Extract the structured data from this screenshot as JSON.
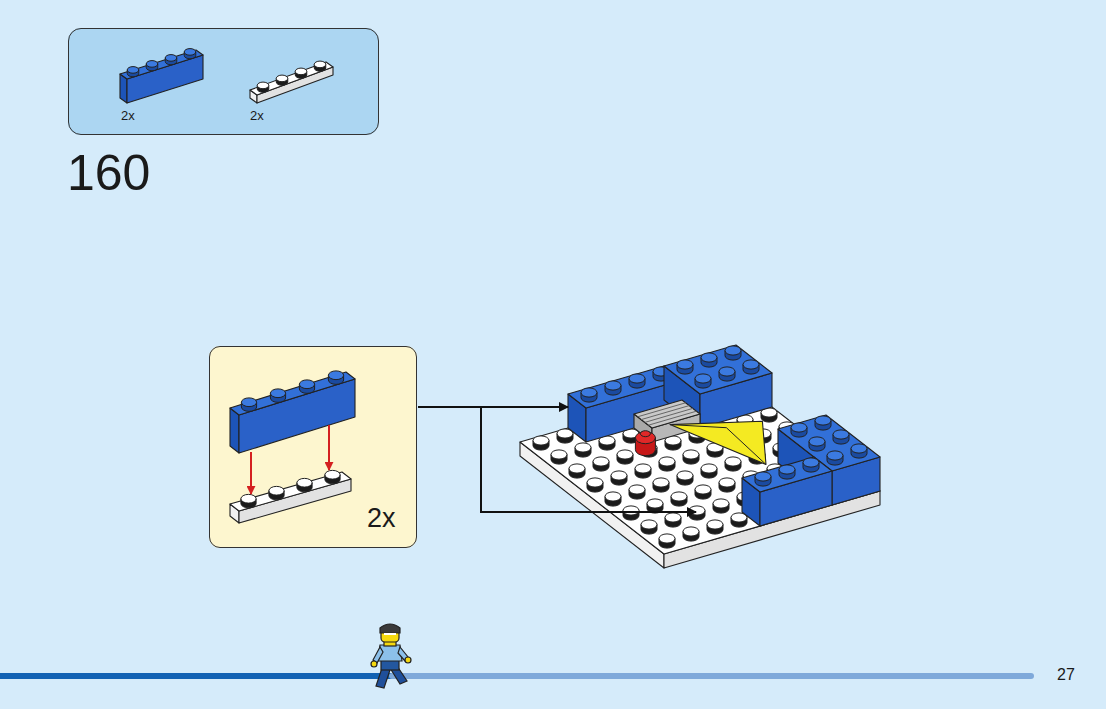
{
  "diagram": {
    "nodes": [
      {
        "text": [
          "2x",
          "2x"
        ]
      },
      {
        "text": [
          "2x"
        ]
      }
    ],
    "labels": [
      "160",
      "27"
    ]
  }
}
